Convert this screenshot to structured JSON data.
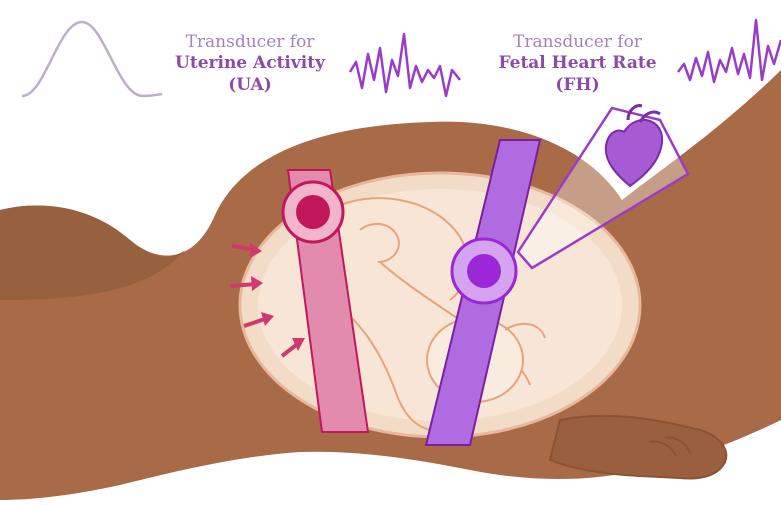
{
  "labels": {
    "ua": {
      "line1": "Transducer for",
      "line2": "Uterine Activity",
      "line3": "(UA)"
    },
    "fh": {
      "line1": "Transducer for",
      "line2": "Fetal Heart Rate",
      "line3": "(FH)"
    }
  },
  "icons": [
    "contraction-wave-icon",
    "heart-rate-wave-icon",
    "heart-icon",
    "arrow-icon"
  ],
  "colors": {
    "skin": "#a86a47",
    "skin_dark": "#8c5232",
    "uterus": "#f3dcc7",
    "ua_band": "#e38bae",
    "ua_sensor": "#c2185b",
    "fh_band": "#b06be0",
    "fh_sensor": "#9c27d8",
    "label_light": "#a582b8",
    "label_bold": "#8e4aa8",
    "contraction_arrows": "#d0396e"
  }
}
